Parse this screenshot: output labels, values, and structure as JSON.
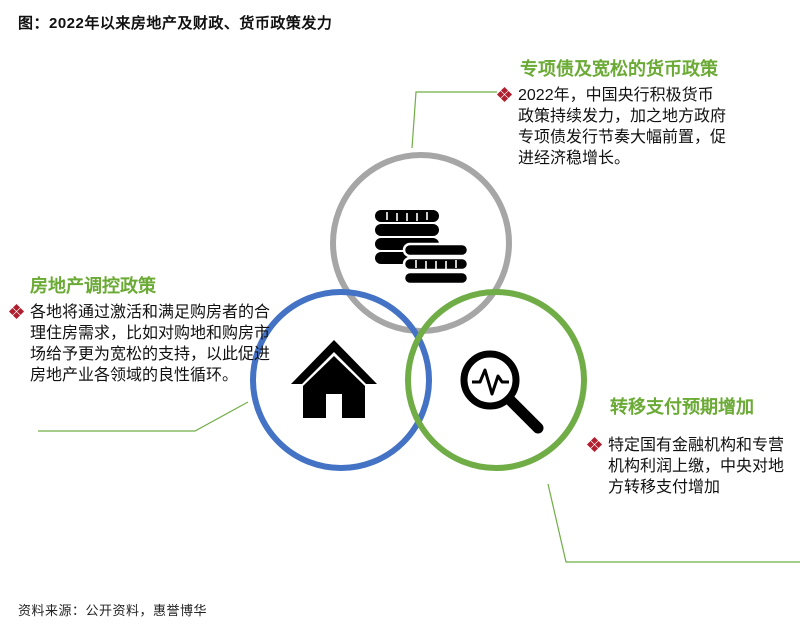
{
  "figure": {
    "title": "图：2022年以来房地产及财政、货币政策发力",
    "source": "资料来源：公开资料，惠誉博华"
  },
  "colors": {
    "accent_green": "#6aaa35",
    "circle_gray": "#a6a6a6",
    "circle_blue": "#4472c4",
    "circle_green": "#70ad47",
    "bullet_red": "#b11f2e"
  },
  "circles": [
    {
      "name": "fiscal-monetary",
      "icon": "coins-stack-icon"
    },
    {
      "name": "real-estate",
      "icon": "house-icon"
    },
    {
      "name": "transfer-payment",
      "icon": "magnifier-pulse-icon"
    }
  ],
  "blocks": {
    "top": {
      "heading": "专项债及宽松的货币政策",
      "text": "2022年，中国央行积极货币政策持续发力，加之地方政府专项债发行节奏大幅前置，促进经济稳增长。"
    },
    "left": {
      "heading": "房地产调控政策",
      "text": "各地将通过激活和满足购房者的合理住房需求，比如对购地和购房市场给予更为宽松的支持，以此促进房地产业各领域的良性循环。"
    },
    "right": {
      "heading": "转移支付预期增加",
      "text": "特定国有金融机构和专营机构利润上缴，中央对地方转移支付增加"
    }
  }
}
